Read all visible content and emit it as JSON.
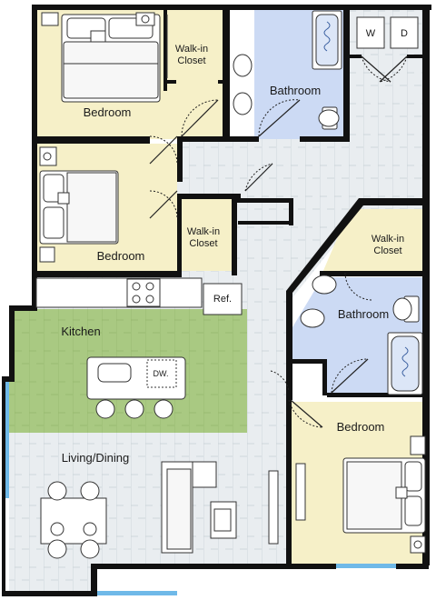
{
  "rooms": {
    "bedroom_top": "Bedroom",
    "walkin_top": "Walk-in\nCloset",
    "bathroom_top": "Bathroom",
    "bedroom_mid": "Bedroom",
    "walkin_mid": "Walk-in\nCloset",
    "kitchen": "Kitchen",
    "living": "Living/Dining",
    "walkin_right": "Walk-in\nCloset",
    "bathroom_right": "Bathroom",
    "bedroom_right": "Bedroom"
  },
  "appliances": {
    "washer": "W",
    "dryer": "D",
    "fridge": "Ref.",
    "dishwasher": "DW."
  },
  "colors": {
    "bedroom": "#f6f0c8",
    "bathroom": "#ccdaf4",
    "kitchen": "#a9c982",
    "floor": "#e7ecef",
    "wall": "#111111",
    "window": "#6fb9e8"
  }
}
